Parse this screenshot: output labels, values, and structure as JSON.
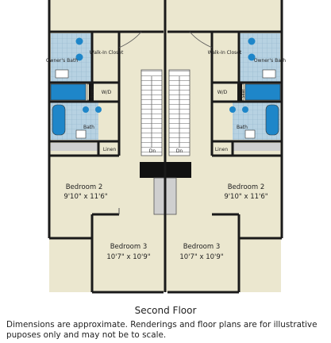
{
  "floor_title": "Second Floor",
  "disclaimer": "Dimensions are approximate. Renderings and floor plans are for illustrative puposes only and may not be to scale.",
  "rooms": {
    "walk_in_closet": "Walk-In Closet",
    "owners_bath": "Owner's Bath",
    "wd": "W/D",
    "bath": "Bath",
    "linen": "Linen",
    "seat": "Seat",
    "dn": "Dn",
    "bedroom2": {
      "name": "Bedroom 2",
      "dims": "9'10\" x 11'6\""
    },
    "bedroom3": {
      "name": "Bedroom 3",
      "dims": "10'7\" x 10'9\""
    }
  },
  "colors": {
    "floor_beige": "#ebe7cf",
    "tile_blue": "#b7d2e2",
    "fixture_blue": "#1e86c9",
    "wall": "#1a1a1a",
    "stair_grey": "#cfcfcf"
  }
}
